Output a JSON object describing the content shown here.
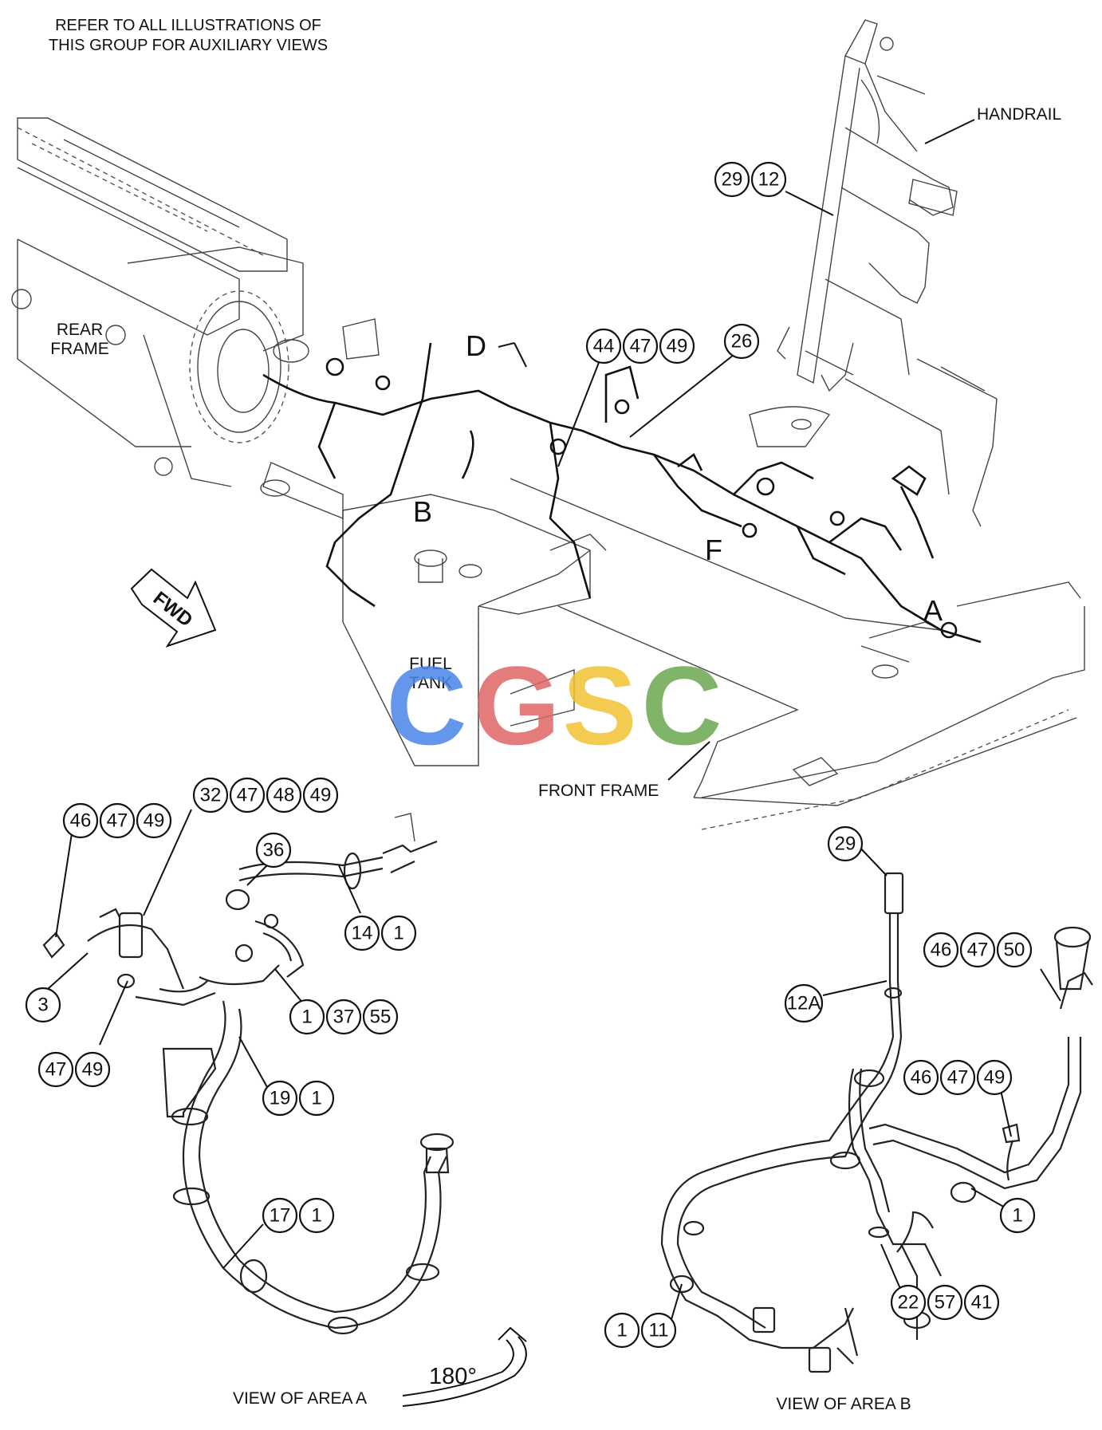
{
  "header": {
    "note_line1": "REFER TO ALL ILLUSTRATIONS OF",
    "note_line2": "THIS GROUP FOR AUXILIARY VIEWS"
  },
  "labels": {
    "handrail": "HANDRAIL",
    "rear_frame_line1": "REAR",
    "rear_frame_line2": "FRAME",
    "fwd": "FWD",
    "fuel_tank_line1": "FUEL",
    "fuel_tank_line2": "TANK",
    "front_frame": "FRONT FRAME",
    "area_d": "D",
    "area_b": "B",
    "area_f": "F",
    "area_a": "A",
    "view_area_a": "VIEW OF AREA A",
    "view_area_b": "VIEW OF AREA B",
    "rotation": "180°"
  },
  "watermark": {
    "letters": [
      "C",
      "G",
      "S",
      "C"
    ],
    "colors": [
      "#4a86e8",
      "#e06666",
      "#f1c232",
      "#6aa84f"
    ]
  },
  "callouts": {
    "handrail_group": [
      "29",
      "12"
    ],
    "top_center_group": [
      "44",
      "47",
      "49"
    ],
    "top_right": [
      "26"
    ],
    "a_group1": [
      "46",
      "47",
      "49"
    ],
    "a_group2": [
      "32",
      "47",
      "48",
      "49"
    ],
    "a_36": [
      "36"
    ],
    "a_14": [
      "14",
      "1"
    ],
    "a_3": [
      "3"
    ],
    "a_37": [
      "1",
      "37",
      "55"
    ],
    "a_47": [
      "47",
      "49"
    ],
    "a_19": [
      "19",
      "1"
    ],
    "a_17": [
      "17",
      "1"
    ],
    "b_29": [
      "29"
    ],
    "b_12a": [
      "12A"
    ],
    "b_50": [
      "46",
      "47",
      "50"
    ],
    "b_49": [
      "46",
      "47",
      "49"
    ],
    "b_1": [
      "1"
    ],
    "b_22": [
      "22",
      "57",
      "41"
    ],
    "b_11": [
      "1",
      "11"
    ]
  }
}
